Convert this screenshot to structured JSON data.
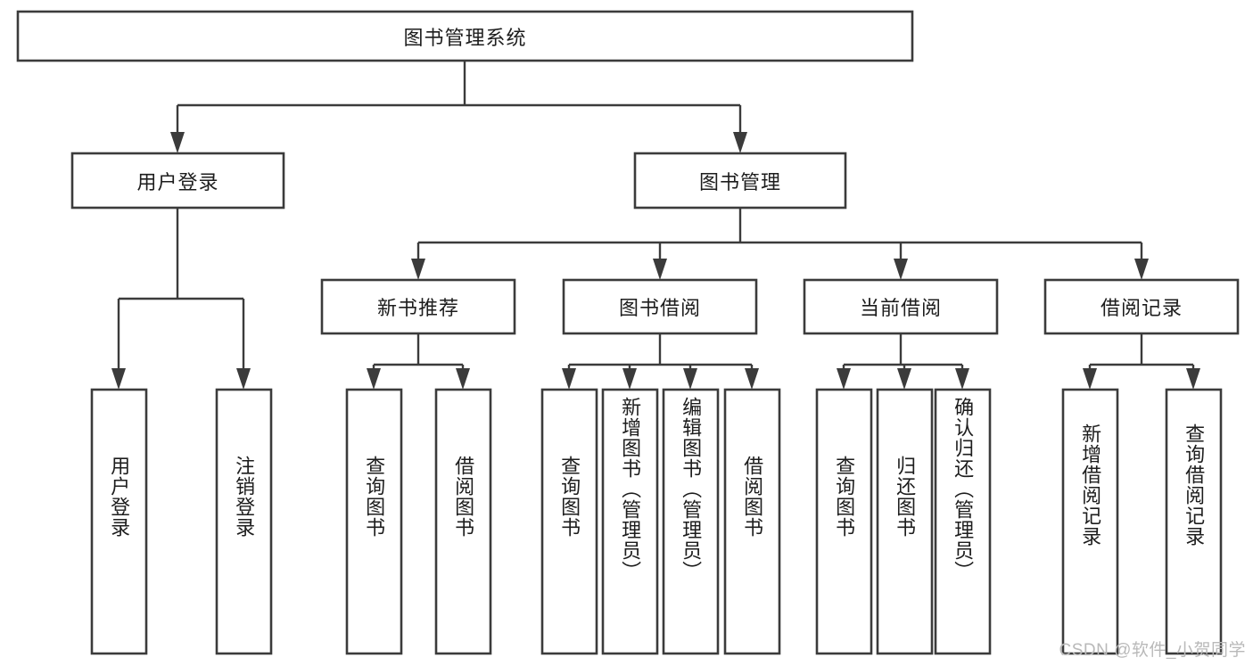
{
  "diagram": {
    "type": "tree-hierarchy-chart",
    "title": "图书管理系统",
    "watermark": "CSDN @软件_小贺同学",
    "colors": {
      "box_stroke": "#3b3b3b",
      "box_fill": "#ffffff",
      "connector": "#3b3b3b",
      "text": "#1d1d1d",
      "background": "#ffffff",
      "watermark": "#b9b9b9"
    },
    "levels": {
      "level0": [
        {
          "id": "root",
          "label": "图书管理系统"
        }
      ],
      "level1": [
        {
          "id": "user-login",
          "label": "用户登录"
        },
        {
          "id": "book-manage",
          "label": "图书管理"
        }
      ],
      "level2": [
        {
          "id": "new-book-recommend",
          "label": "新书推荐"
        },
        {
          "id": "book-borrow",
          "label": "图书借阅"
        },
        {
          "id": "current-borrow",
          "label": "当前借阅"
        },
        {
          "id": "borrow-record",
          "label": "借阅记录"
        }
      ],
      "level3": [
        {
          "id": "leaf-user-login",
          "label": "用户登录",
          "parent": "user-login"
        },
        {
          "id": "leaf-logout-login",
          "label": "注销登录",
          "parent": "user-login"
        },
        {
          "id": "leaf-query-book-1",
          "label": "查询图书",
          "parent": "new-book-recommend"
        },
        {
          "id": "leaf-borrow-book-1",
          "label": "借阅图书",
          "parent": "new-book-recommend"
        },
        {
          "id": "leaf-query-book-2",
          "label": "查询图书",
          "parent": "book-borrow"
        },
        {
          "id": "leaf-add-book",
          "label": "新增图书（管理员）",
          "parent": "book-borrow"
        },
        {
          "id": "leaf-edit-book",
          "label": "编辑图书（管理员）",
          "parent": "book-borrow"
        },
        {
          "id": "leaf-borrow-book-2",
          "label": "借阅图书",
          "parent": "book-borrow"
        },
        {
          "id": "leaf-query-book-3",
          "label": "查询图书",
          "parent": "current-borrow"
        },
        {
          "id": "leaf-return-book",
          "label": "归还图书",
          "parent": "current-borrow"
        },
        {
          "id": "leaf-confirm-return",
          "label": "确认归还（管理员）",
          "parent": "current-borrow"
        },
        {
          "id": "leaf-add-record",
          "label": "新增借阅记录",
          "parent": "borrow-record"
        },
        {
          "id": "leaf-query-record",
          "label": "查询借阅记录",
          "parent": "borrow-record"
        }
      ]
    }
  }
}
